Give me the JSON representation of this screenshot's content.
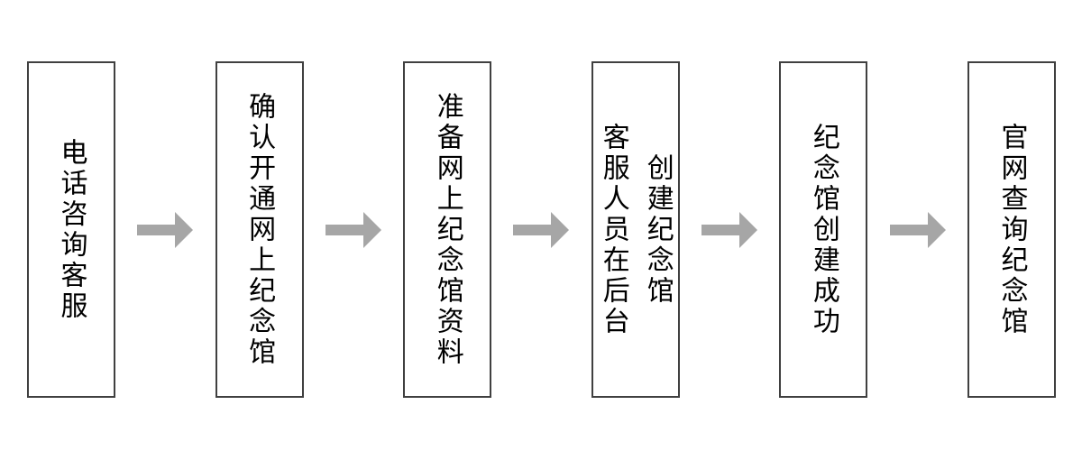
{
  "flowchart": {
    "direction": "left-to-right",
    "colors": {
      "box_border": "#404040",
      "box_bg": "#ffffff",
      "text": "#000000",
      "arrow": "#a6a6a6",
      "page_bg": "#ffffff"
    },
    "steps": [
      {
        "lines": [
          "电话咨询客服"
        ]
      },
      {
        "lines": [
          "确认开通网上纪念馆"
        ]
      },
      {
        "lines": [
          "准备网上纪念馆资料"
        ]
      },
      {
        "lines": [
          "客服人员在后台",
          "创建纪念馆"
        ]
      },
      {
        "lines": [
          "纪念馆创建成功"
        ]
      },
      {
        "lines": [
          "官网查询纪念馆"
        ]
      }
    ],
    "connector": "right-arrow"
  }
}
